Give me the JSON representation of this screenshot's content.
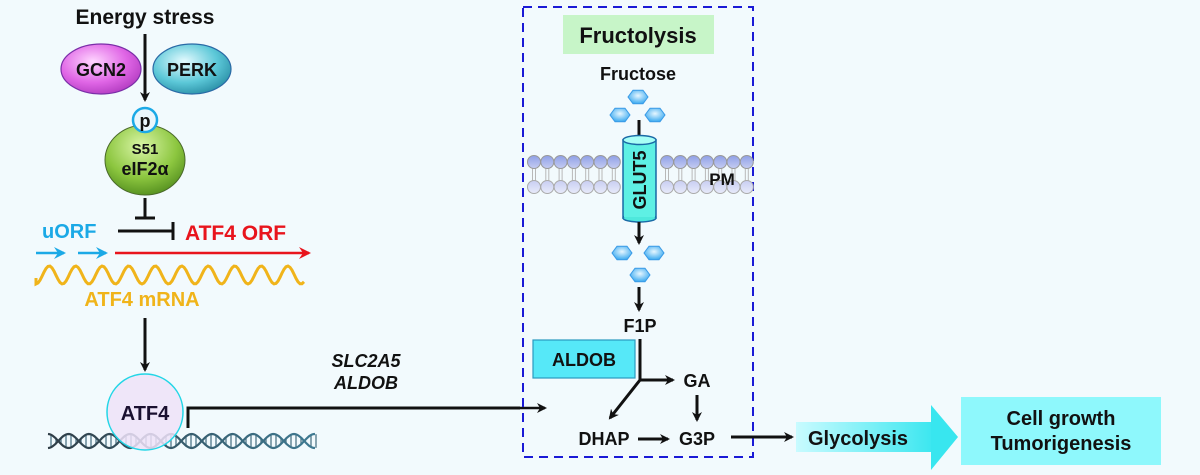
{
  "left_pathway": {
    "stress_label": "Energy stress",
    "kinases": [
      {
        "label": "GCN2",
        "color": "#e066e6"
      },
      {
        "label": "PERK",
        "color": "#5cc8d8"
      }
    ],
    "phospho_label": "p",
    "eif2a": {
      "site": "S51",
      "label": "eIF2α",
      "color": "#8cc63f"
    },
    "uorf_label": "uORF",
    "atf4_orf_label": "ATF4 ORF",
    "mrna_label": "ATF4 mRNA",
    "atf4_protein_label": "ATF4",
    "colors": {
      "uorf": "#1ba9e6",
      "orf": "#e8141c",
      "mrna": "#f0b41a"
    }
  },
  "target_genes": [
    "SLC2A5",
    "ALDOB"
  ],
  "fructolysis": {
    "title": "Fructolysis",
    "substrate": "Fructose",
    "transporter": "GLUT5",
    "membrane_label": "PM",
    "enzyme": "ALDOB",
    "metabolites": {
      "f1p": "F1P",
      "ga": "GA",
      "dhap": "DHAP",
      "g3p": "G3P"
    }
  },
  "outcome": {
    "glycolysis": "Glycolysis",
    "result_lines": [
      "Cell growth",
      "Tumorigenesis"
    ]
  }
}
